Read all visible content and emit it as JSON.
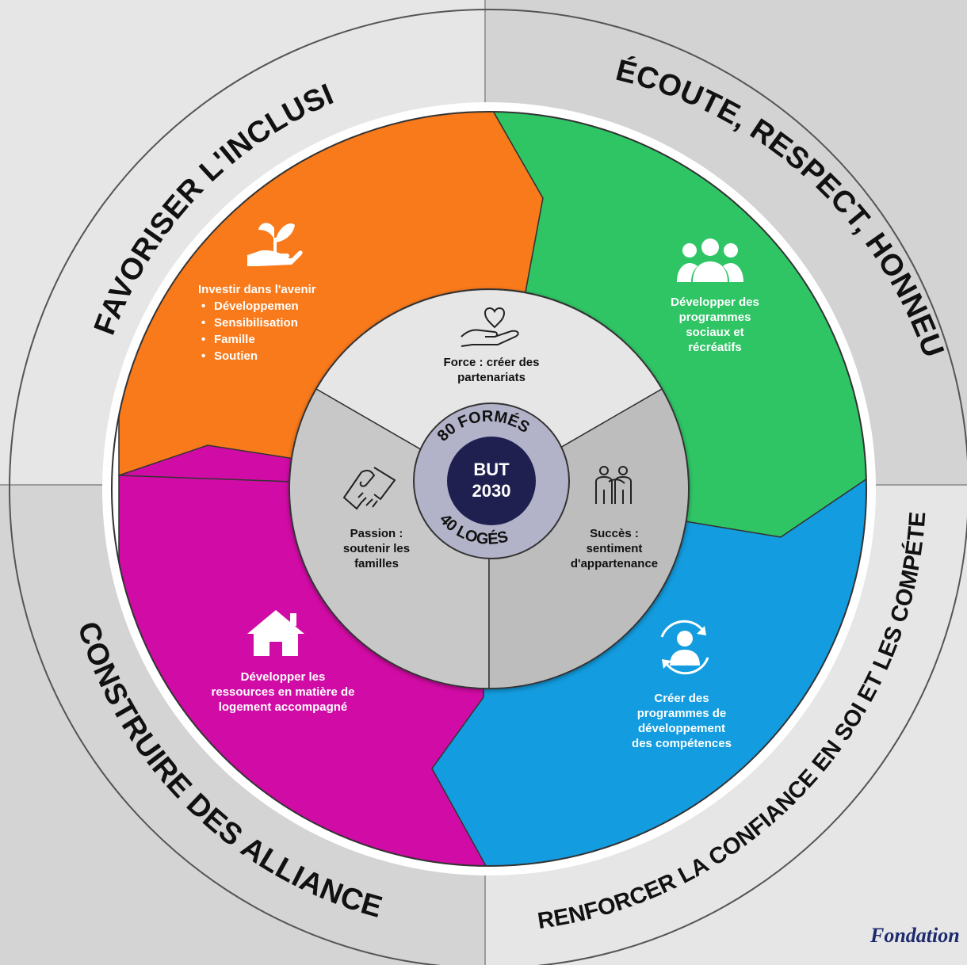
{
  "outer_ring": {
    "top_left": "FAVORISER L'INCLUSION",
    "top_right": "ÉCOUTE, RESPECT, HONNEUR",
    "bottom_left": "CONSTRUIRE DES ALLIANCES",
    "bottom_right": "RENFORCER LA CONFIANCE EN SOI ET LES COMPÉTENCES"
  },
  "segments": {
    "orange": {
      "color": "#f97a1b",
      "icon": "plant-in-hand-icon",
      "title": "Investir dans l'avenir",
      "bullets": [
        "Développemen",
        "Sensibilisation",
        "Famille",
        "Soutien"
      ]
    },
    "green": {
      "color": "#2fc565",
      "icon": "group-of-people-icon",
      "lines": [
        "Développer des",
        "programmes",
        "sociaux et",
        "récréatifs"
      ]
    },
    "magenta": {
      "color": "#d10ba5",
      "icon": "house-icon",
      "lines": [
        "Développer les",
        "ressources en matière de",
        "logement accompagné"
      ]
    },
    "blue": {
      "color": "#139cdf",
      "icon": "person-cycle-icon",
      "lines": [
        "Créer des",
        "programmes de",
        "développement",
        "des compétences"
      ]
    }
  },
  "inner_wheel": {
    "top": {
      "icon": "heart-in-hand-icon",
      "lines": [
        "Force : créer des",
        "partenariats"
      ]
    },
    "left": {
      "icon": "handshake-icon",
      "lines": [
        "Passion :",
        "soutenir les",
        "familles"
      ]
    },
    "right": {
      "icon": "people-together-icon",
      "lines": [
        "Succès :",
        "sentiment",
        "d'appartenance"
      ]
    }
  },
  "center": {
    "top_arc": "80 FORMÉS",
    "bottom_arc": "40 LOGÉS",
    "goal_line1": "BUT",
    "goal_line2": "2030",
    "navy": "#1f2050"
  },
  "signature": "Fondation"
}
